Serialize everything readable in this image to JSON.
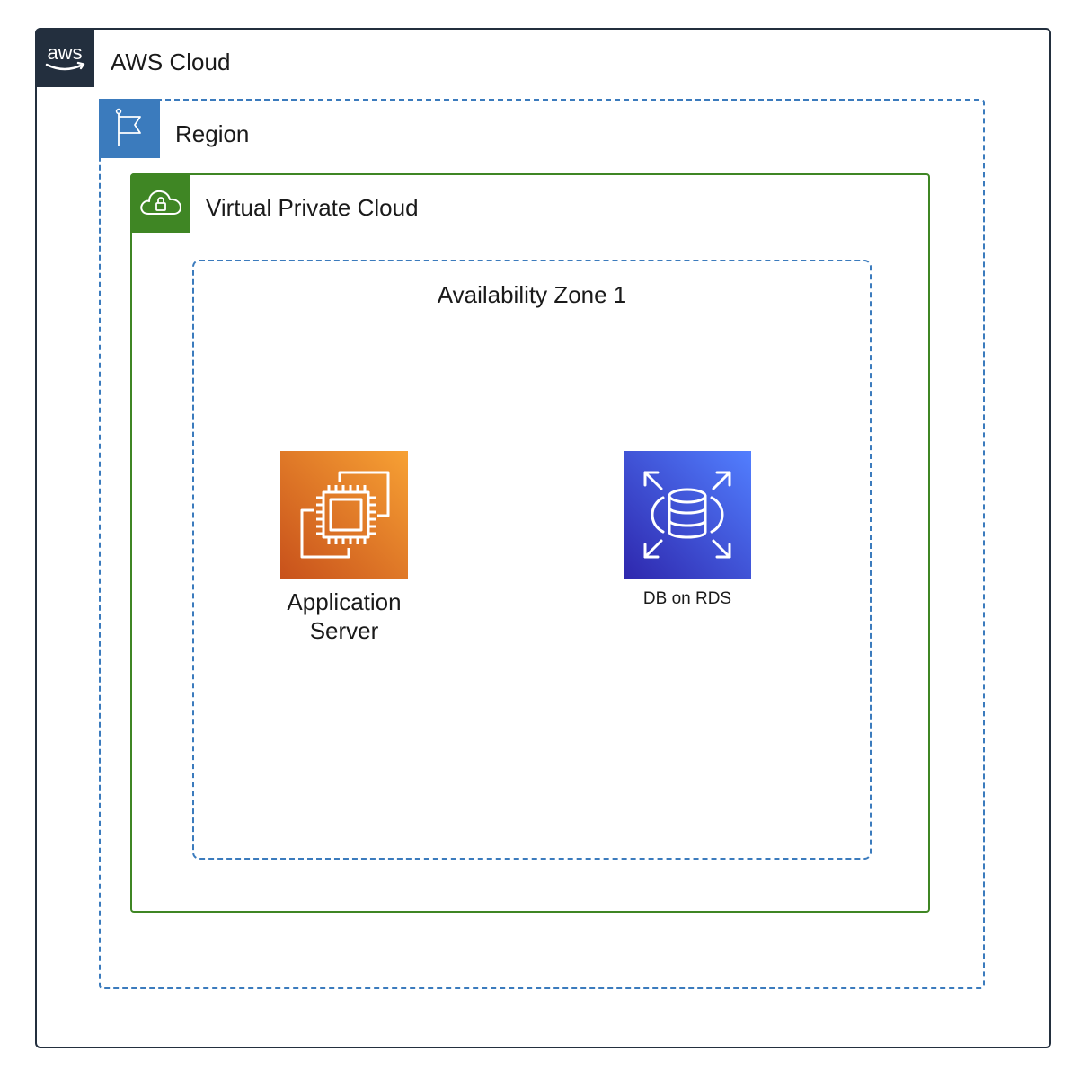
{
  "groups": {
    "aws_cloud": {
      "label": "AWS Cloud",
      "icon": "aws-logo-icon",
      "color": "#232f3e"
    },
    "region": {
      "label": "Region",
      "icon": "flag-icon",
      "color": "#3b7bbd"
    },
    "vpc": {
      "label": "Virtual Private Cloud",
      "icon": "cloud-lock-icon",
      "color": "#3f8624"
    },
    "availability_zone": {
      "label": "Availability Zone 1",
      "color": "#3b7bbd"
    }
  },
  "services": {
    "application_server": {
      "label_line1": "Application",
      "label_line2": "Server",
      "icon": "ec2-instance-icon",
      "color_start": "#c8511b",
      "color_end": "#f7a134"
    },
    "database": {
      "label": "DB on RDS",
      "icon": "rds-database-icon",
      "color_start": "#2e27ad",
      "color_end": "#527fff"
    }
  }
}
